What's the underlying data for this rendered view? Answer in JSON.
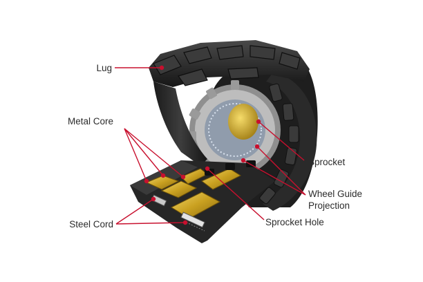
{
  "accent_color": "#c8102e",
  "labels": {
    "lug": "Lug",
    "metal_core": "Metal Core",
    "steel_cord": "Steel Cord",
    "sprocket": "Sprocket",
    "wheel_guide_line1": "Wheel Guide",
    "wheel_guide_line2": "Projection",
    "sprocket_hole": "Sprocket Hole"
  }
}
